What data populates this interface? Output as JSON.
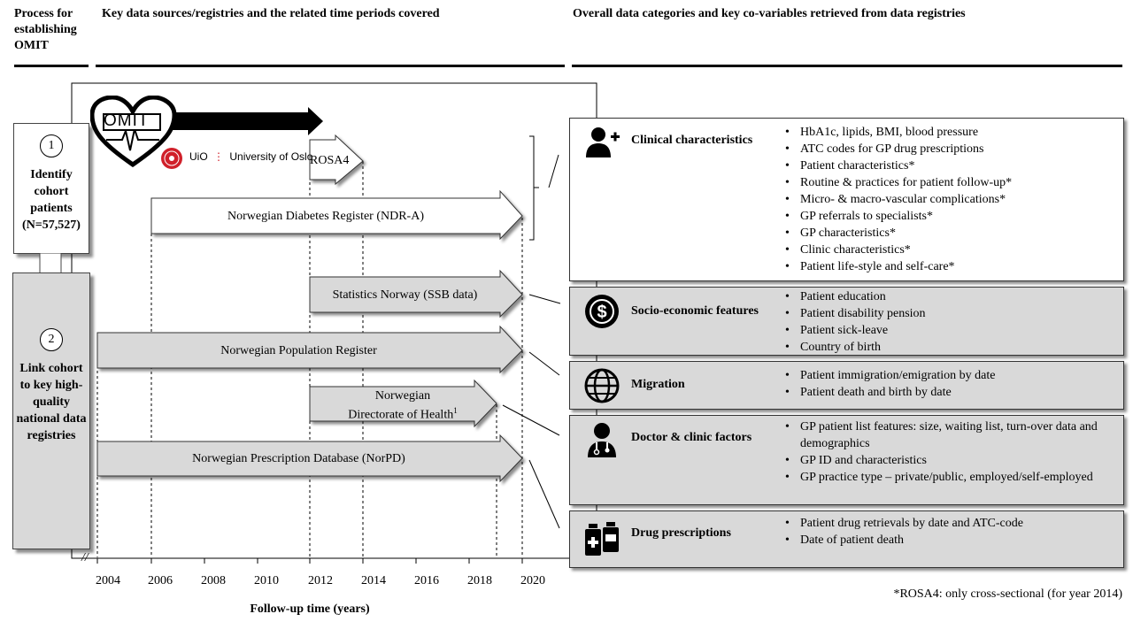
{
  "headers": {
    "process": "Process for establishing OMIT",
    "sources": "Key data sources/registries and the related time periods covered",
    "categories": "Overall data categories and key co-variables retrieved from data registries"
  },
  "process": {
    "step1": {
      "number": "1",
      "label": "Identify cohort patients (N=57,527)"
    },
    "step2": {
      "number": "2",
      "label": "Link cohort to key high-quality national data registries"
    }
  },
  "logo": {
    "omit": "OMIT",
    "uio": "UiO",
    "university": "University of Oslo"
  },
  "sources": [
    {
      "label": "ROSA4"
    },
    {
      "label": "Norwegian Diabetes Register (NDR-A)"
    },
    {
      "label": "Statistics Norway (SSB data)"
    },
    {
      "label": "Norwegian Population Register"
    },
    {
      "label_line1": "Norwegian",
      "label_line2": "Directorate of Health",
      "superscript": "1"
    },
    {
      "label": "Norwegian Prescription Database (NorPD)"
    }
  ],
  "timeline": {
    "ticks": [
      "2004",
      "2006",
      "2008",
      "2010",
      "2012",
      "2014",
      "2016",
      "2018",
      "2020"
    ],
    "xlabel": "Follow-up time (years)",
    "break_mark": "//"
  },
  "categories": [
    {
      "title": "Clinical characteristics",
      "icon": "user-plus-icon",
      "items": [
        "HbA1c, lipids, BMI, blood pressure",
        "ATC codes for GP drug prescriptions",
        "Patient characteristics*",
        "Routine & practices for patient follow-up*",
        "Micro- & macro-vascular complications*",
        "GP referrals to specialists*",
        "GP characteristics*",
        "Clinic characteristics*",
        "Patient life-style and self-care*"
      ]
    },
    {
      "title": "Socio-economic features",
      "icon": "dollar-cycle-icon",
      "items": [
        "Patient education",
        "Patient disability pension",
        "Patient sick-leave",
        "Country of birth"
      ]
    },
    {
      "title": "Migration",
      "icon": "globe-icon",
      "items": [
        "Patient immigration/emigration by date",
        "Patient death and birth by date"
      ]
    },
    {
      "title": "Doctor & clinic factors",
      "icon": "doctor-icon",
      "items": [
        "GP patient list features: size, waiting list, turn-over data and demographics",
        "GP ID and characteristics",
        "GP practice type – private/public, employed/self-employed"
      ]
    },
    {
      "title": "Drug prescriptions",
      "icon": "medicine-bottles-icon",
      "items": [
        "Patient drug retrievals by date and ATC-code",
        "Date of patient death"
      ]
    }
  ],
  "footnote": "*ROSA4: only cross-sectional (for year 2014)"
}
